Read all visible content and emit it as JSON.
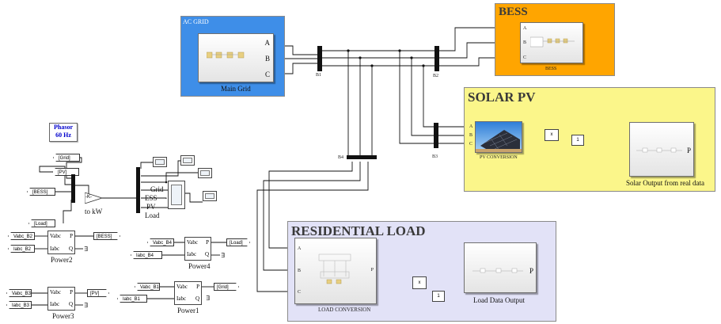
{
  "areas": {
    "ac_grid": "AC GRID",
    "bess": "BESS",
    "solar_pv": "SOLAR PV",
    "residential_load": "RESIDENTIAL LOAD"
  },
  "blocks": {
    "main_grid": "Main Grid",
    "bess_inner": "BESS",
    "pv_conversion": "PV CONVERSION",
    "solar_output": "Solar Output from real data",
    "load_conversion": "LOAD CONVERSION",
    "load_data_output": "Load Data Output"
  },
  "ports": {
    "a": "A",
    "b": "B",
    "c": "C",
    "p": "P",
    "x": "x",
    "one": "1"
  },
  "buses": {
    "b1": "B1",
    "b2": "B2",
    "b3": "B3",
    "b4": "B4"
  },
  "powergui": {
    "line1": "Phasor",
    "line2": "60 Hz"
  },
  "gain": {
    "symbol": "-K-",
    "label": "to kW"
  },
  "display_labels": {
    "grid": "Grid",
    "ess": "ESS",
    "pv": "PV",
    "load": "Load"
  },
  "tags": {
    "grid": "[Grid]",
    "pv": "[PV]",
    "bess": "[BESS]",
    "load": "[Load]",
    "vabc_b2": "Vabc_B2",
    "iabc_b2": "Iabc_B2",
    "vabc_b3": "Vabc_B3",
    "iabc_b3": "Iabc_B3",
    "vabc_b4": "Vabc_B4",
    "iabc_b4": "Iabc_B4",
    "vabc_b1": "Vabc_B1",
    "iabc_b1": "Iabc_B1"
  },
  "power_blocks": {
    "power1": "Power1",
    "power2": "Power2",
    "power3": "Power3",
    "power4": "Power4",
    "vabc": "Vabc",
    "iabc": "Iabc",
    "p": "P",
    "q": "Q"
  },
  "colors": {
    "ac_grid": "#3e8ee8",
    "bess": "#ffa500",
    "solar_pv": "#fbf68a",
    "residential_load": "#e2e2f7",
    "powergui_text": "#0000cc"
  }
}
